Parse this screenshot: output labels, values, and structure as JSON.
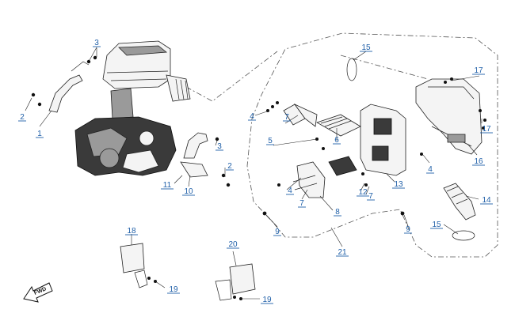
{
  "diagram": {
    "callouts": [
      {
        "id": "c3a",
        "number": "3"
      },
      {
        "id": "c2a",
        "number": "2"
      },
      {
        "id": "c1",
        "number": "1"
      },
      {
        "id": "c15a",
        "number": "15"
      },
      {
        "id": "c17a",
        "number": "17"
      },
      {
        "id": "c17b",
        "number": "17"
      },
      {
        "id": "c4a",
        "number": "4"
      },
      {
        "id": "c7a",
        "number": "7"
      },
      {
        "id": "c5",
        "number": "5"
      },
      {
        "id": "c6",
        "number": "6"
      },
      {
        "id": "c16",
        "number": "16"
      },
      {
        "id": "c4b",
        "number": "4"
      },
      {
        "id": "c3b",
        "number": "3"
      },
      {
        "id": "c2b",
        "number": "2"
      },
      {
        "id": "c11",
        "number": "11"
      },
      {
        "id": "c10",
        "number": "10"
      },
      {
        "id": "c4c",
        "number": "4"
      },
      {
        "id": "c7b",
        "number": "7"
      },
      {
        "id": "c12",
        "number": "12"
      },
      {
        "id": "c13",
        "number": "13"
      },
      {
        "id": "c7c",
        "number": "7"
      },
      {
        "id": "c8",
        "number": "8"
      },
      {
        "id": "c14",
        "number": "14"
      },
      {
        "id": "c9a",
        "number": "9"
      },
      {
        "id": "c9b",
        "number": "9"
      },
      {
        "id": "c15b",
        "number": "15"
      },
      {
        "id": "c21",
        "number": "21"
      },
      {
        "id": "c18",
        "number": "18"
      },
      {
        "id": "c19a",
        "number": "19"
      },
      {
        "id": "c20",
        "number": "20"
      },
      {
        "id": "c19b",
        "number": "19"
      }
    ],
    "fwd_label": "FWD",
    "colors": {
      "callout": "#1f5fa8",
      "line": "#222222"
    }
  }
}
